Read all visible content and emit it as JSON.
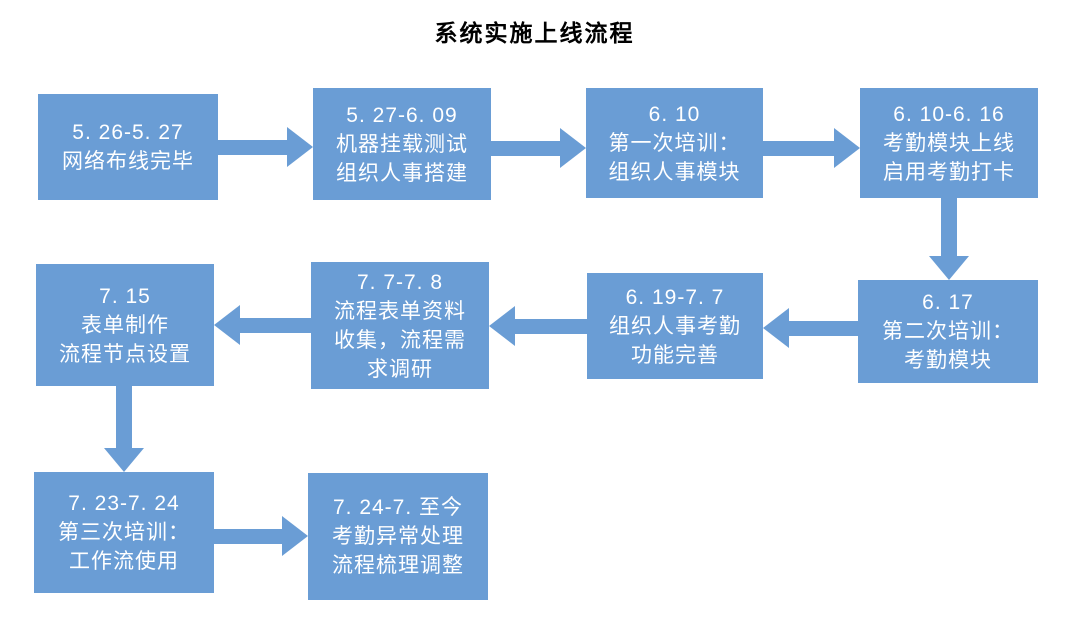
{
  "title": "系统实施上线流程",
  "colors": {
    "accent": "#6A9DD5",
    "text": "#FFFFFF",
    "title": "#000000",
    "background": "#FFFFFF"
  },
  "nodes": [
    {
      "id": "step-1",
      "lines": [
        "5. 26-5. 27",
        "网络布线完毕"
      ]
    },
    {
      "id": "step-2",
      "lines": [
        "5. 27-6. 09",
        "机器挂载测试",
        "组织人事搭建"
      ]
    },
    {
      "id": "step-3",
      "lines": [
        "6. 10",
        "第一次培训：",
        "组织人事模块"
      ]
    },
    {
      "id": "step-4",
      "lines": [
        "6. 10-6. 16",
        "考勤模块上线",
        "启用考勤打卡"
      ]
    },
    {
      "id": "step-5",
      "lines": [
        "6. 17",
        "第二次培训：",
        "考勤模块"
      ]
    },
    {
      "id": "step-6",
      "lines": [
        "6. 19-7. 7",
        "组织人事考勤",
        "功能完善"
      ]
    },
    {
      "id": "step-7",
      "lines": [
        "7. 7-7. 8",
        "流程表单资料",
        "收集，流程需",
        "求调研"
      ]
    },
    {
      "id": "step-8",
      "lines": [
        "7. 15",
        "表单制作",
        "流程节点设置"
      ]
    },
    {
      "id": "step-9",
      "lines": [
        "7. 23-7. 24",
        "第三次培训：",
        "工作流使用"
      ]
    },
    {
      "id": "step-10",
      "lines": [
        "7. 24-7. 至今",
        "考勤异常处理",
        "流程梳理调整"
      ]
    }
  ],
  "connections": [
    {
      "from": "step-1",
      "to": "step-2",
      "direction": "right"
    },
    {
      "from": "step-2",
      "to": "step-3",
      "direction": "right"
    },
    {
      "from": "step-3",
      "to": "step-4",
      "direction": "right"
    },
    {
      "from": "step-4",
      "to": "step-5",
      "direction": "down"
    },
    {
      "from": "step-5",
      "to": "step-6",
      "direction": "left"
    },
    {
      "from": "step-6",
      "to": "step-7",
      "direction": "left"
    },
    {
      "from": "step-7",
      "to": "step-8",
      "direction": "left"
    },
    {
      "from": "step-8",
      "to": "step-9",
      "direction": "down"
    },
    {
      "from": "step-9",
      "to": "step-10",
      "direction": "right"
    }
  ]
}
